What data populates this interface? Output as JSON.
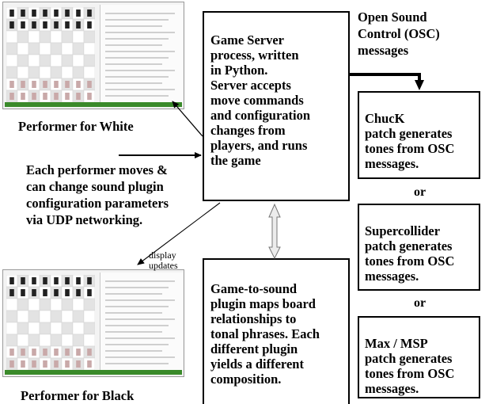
{
  "labels": {
    "performer_white": "Performer for White",
    "performer_black": "Performer for Black",
    "each_performer": "Each performer moves &\ncan change sound plugin\nconfiguration parameters\nvia UDP networking.",
    "display_updates": "display\nupdates",
    "osc_messages": "Open Sound\nControl (OSC)\nmessages",
    "or_1": "or",
    "or_2": "or"
  },
  "boxes": {
    "game_server": "Game Server\nprocess, written\nin Python.\nServer accepts\nmove commands\nand configuration\nchanges from\nplayers, and runs\nthe game",
    "plugin": "Game-to-sound\nplugin maps board\nrelationships to\ntonal phrases. Each\ndifferent plugin\nyields a different\ncomposition.",
    "chuck": "ChucK\npatch generates\ntones from OSC\nmessages.",
    "supercollider": "Supercollider\npatch generates\ntones from OSC\nmessages.",
    "maxmsp": "Max / MSP\npatch generates\ntones from OSC\nmessages."
  },
  "icons": {
    "arrow_down_right": "arrow-icon",
    "double_arrow": "double-arrow-icon"
  }
}
